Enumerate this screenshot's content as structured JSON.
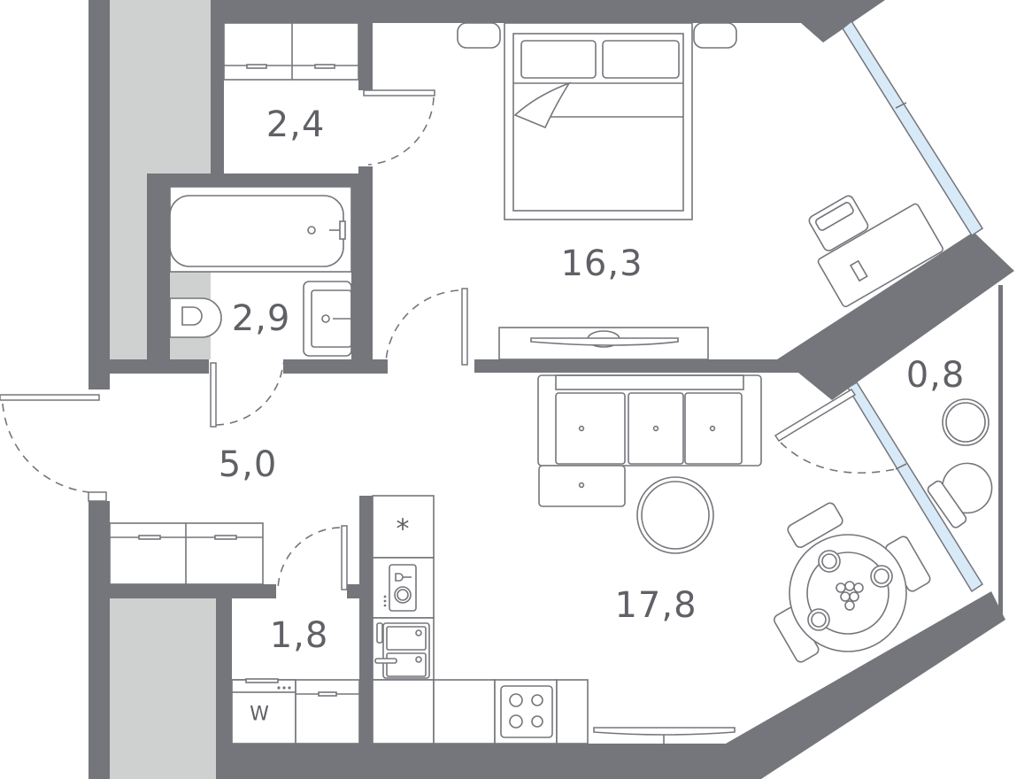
{
  "plan": {
    "type": "apartment-floor-plan",
    "units": "m²",
    "colors": {
      "wall": "#74767b",
      "shaft": "#cfd1d0",
      "glass": "#d8eaf7",
      "furniture_stroke": "#74767b",
      "label": "#5f6166"
    },
    "rooms": [
      {
        "id": "storage",
        "name": "Storage / wardrobe",
        "area": "2,4"
      },
      {
        "id": "bathroom",
        "name": "Bathroom",
        "area": "2,9"
      },
      {
        "id": "bedroom",
        "name": "Bedroom",
        "area": "16,3"
      },
      {
        "id": "hallway",
        "name": "Hallway",
        "area": "5,0"
      },
      {
        "id": "laundry",
        "name": "Utility / laundry",
        "area": "1,8"
      },
      {
        "id": "living_kitchen",
        "name": "Living room with kitchen",
        "area": "17,8"
      },
      {
        "id": "balcony",
        "name": "Balcony",
        "area": "0,8"
      }
    ],
    "appliance_glyphs": {
      "fridge": "*",
      "washing_machine": "W"
    }
  }
}
